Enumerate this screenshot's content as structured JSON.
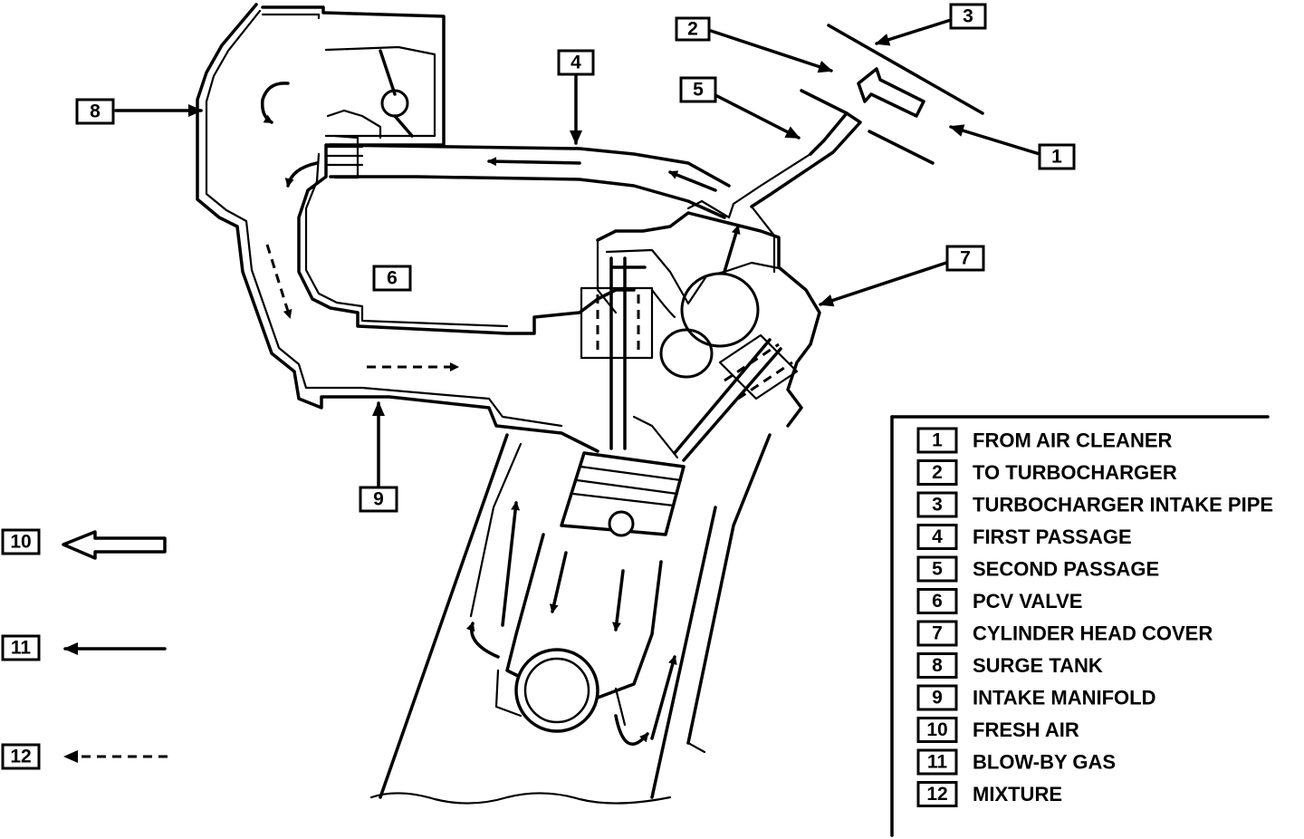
{
  "callouts": [
    {
      "id": "c1",
      "num": "1"
    },
    {
      "id": "c2",
      "num": "2"
    },
    {
      "id": "c3",
      "num": "3"
    },
    {
      "id": "c4",
      "num": "4"
    },
    {
      "id": "c5",
      "num": "5"
    },
    {
      "id": "c6",
      "num": "6"
    },
    {
      "id": "c7",
      "num": "7"
    },
    {
      "id": "c8",
      "num": "8"
    },
    {
      "id": "c9",
      "num": "9"
    },
    {
      "id": "c10",
      "num": "10"
    },
    {
      "id": "c11",
      "num": "11"
    },
    {
      "id": "c12",
      "num": "12"
    }
  ],
  "legend": [
    {
      "num": "1",
      "label": "FROM AIR CLEANER"
    },
    {
      "num": "2",
      "label": "TO TURBOCHARGER"
    },
    {
      "num": "3",
      "label": "TURBOCHARGER INTAKE PIPE"
    },
    {
      "num": "4",
      "label": "FIRST PASSAGE"
    },
    {
      "num": "5",
      "label": "SECOND PASSAGE"
    },
    {
      "num": "6",
      "label": "PCV VALVE"
    },
    {
      "num": "7",
      "label": "CYLINDER HEAD COVER"
    },
    {
      "num": "8",
      "label": "SURGE TANK"
    },
    {
      "num": "9",
      "label": "INTAKE MANIFOLD"
    },
    {
      "num": "10",
      "label": "FRESH AIR"
    },
    {
      "num": "11",
      "label": "BLOW-BY GAS"
    },
    {
      "num": "12",
      "label": "MIXTURE"
    }
  ]
}
